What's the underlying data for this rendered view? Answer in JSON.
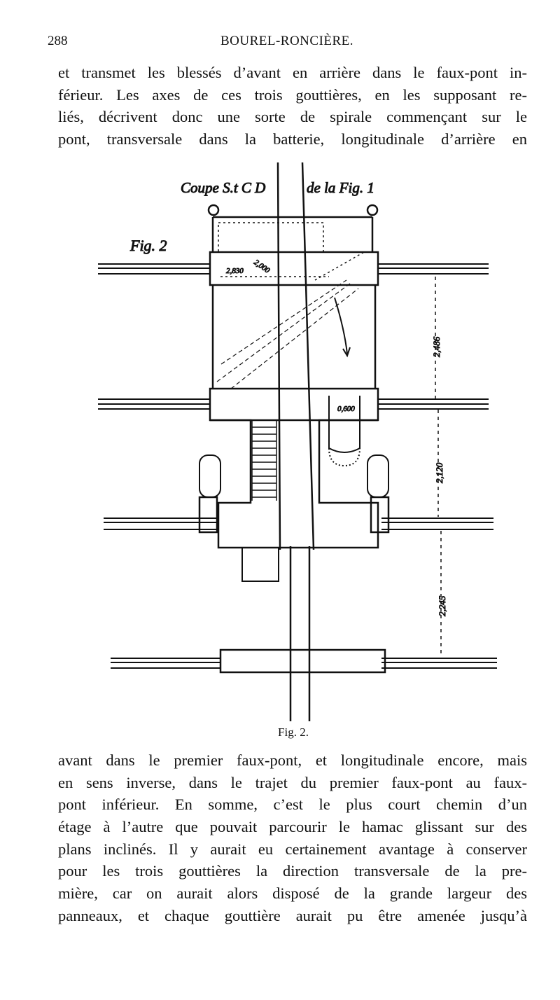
{
  "header": {
    "page_number": "288",
    "running_head": "BOUREL-RONCIÈRE."
  },
  "paragraph_top": [
    "et transmet les blessés d’avant en arrière dans le faux-pont in-",
    "férieur. Les axes de ces trois gouttières, en les supposant re-",
    "liés, décrivent donc une sorte de spirale commençant sur le",
    "pont, transversale dans la batterie, longitudinale d’arrière en"
  ],
  "figure": {
    "title_left": "Coupe S.t C D",
    "title_right": "de la Fig. 1",
    "fig_label": "Fig. 2",
    "dims": {
      "width_top": "2,830",
      "diag_top": "2,000",
      "deck1": "2,486",
      "deck2": "2,120",
      "deck3": "2,245",
      "chute": "0,600"
    },
    "caption": "Fig. 2."
  },
  "paragraph_bottom": [
    "avant dans le premier faux-pont, et longitudinale encore, mais",
    "en sens inverse, dans le trajet du premier faux-pont au faux-",
    "pont inférieur. En somme, c’est le plus court chemin d’un",
    "étage à l’autre que pouvait parcourir le hamac glissant sur des",
    "plans inclinés. Il y aurait eu certainement avantage à conserver",
    "pour les trois gouttières la direction transversale de la pre-",
    "mière, car on aurait alors disposé de la grande largeur des",
    "panneaux, et chaque gouttière aurait pu être amenée jusqu’à"
  ]
}
